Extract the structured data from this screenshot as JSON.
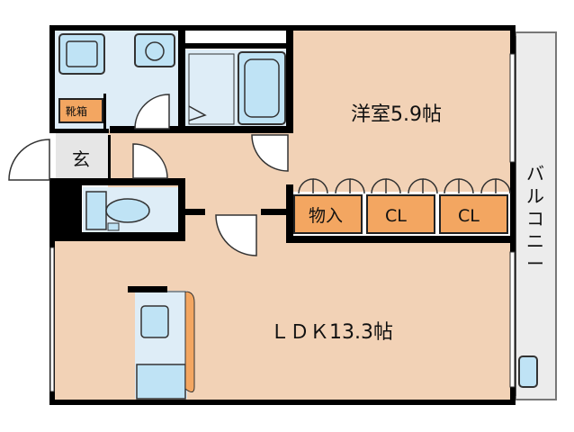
{
  "rooms": {
    "western_room": "洋室5.9帖",
    "ldk": "ＬＤＫ13.3帖",
    "balcony": "バルコニー",
    "entrance": "玄",
    "shoe_box": "靴箱",
    "storage": "物入",
    "closet_1": "CL",
    "closet_2": "CL"
  },
  "colors": {
    "floor": "#f2d2b6",
    "wet_area": "#deedf7",
    "fixture": "#bfe3f5",
    "storage": "#f3a661",
    "balcony": "#ececec",
    "wall": "#000000",
    "entrance": "#e6e6e6"
  }
}
